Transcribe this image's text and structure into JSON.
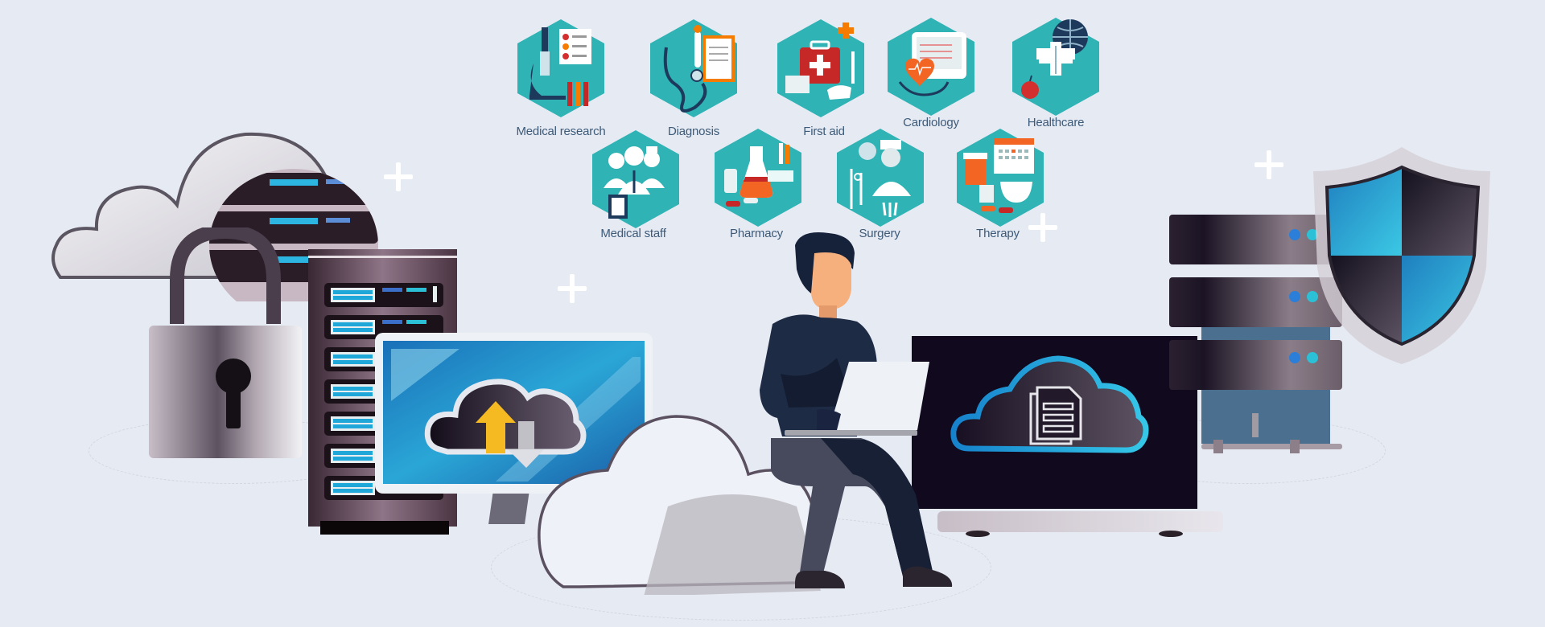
{
  "scene": {
    "title": "Cloud healthcare data illustration",
    "background": "#e6eaf3",
    "label_color": "#3d5a78",
    "accent_teal": "#2fb3b5",
    "accent_blue": "#2aa6d6"
  },
  "medical_icons": [
    {
      "label": "Medical research",
      "icon": "microscope-icon"
    },
    {
      "label": "Diagnosis",
      "icon": "stethoscope-icon"
    },
    {
      "label": "First aid",
      "icon": "first-aid-kit-icon"
    },
    {
      "label": "Cardiology",
      "icon": "heart-monitor-icon"
    },
    {
      "label": "Healthcare",
      "icon": "caduceus-globe-icon"
    },
    {
      "label": "Medical staff",
      "icon": "doctors-group-icon"
    },
    {
      "label": "Pharmacy",
      "icon": "flask-pills-icon"
    },
    {
      "label": "Surgery",
      "icon": "surgeon-icon"
    },
    {
      "label": "Therapy",
      "icon": "calendar-pills-icon"
    }
  ],
  "illustration": {
    "left": [
      "cloud-icon",
      "padlock-icon",
      "server-rack-icon"
    ],
    "center_monitor": "cloud-upload-icon",
    "person": "person-with-laptop",
    "right_monitor": "cloud-document-icon",
    "right": [
      "database-server-icon",
      "shield-icon"
    ]
  }
}
